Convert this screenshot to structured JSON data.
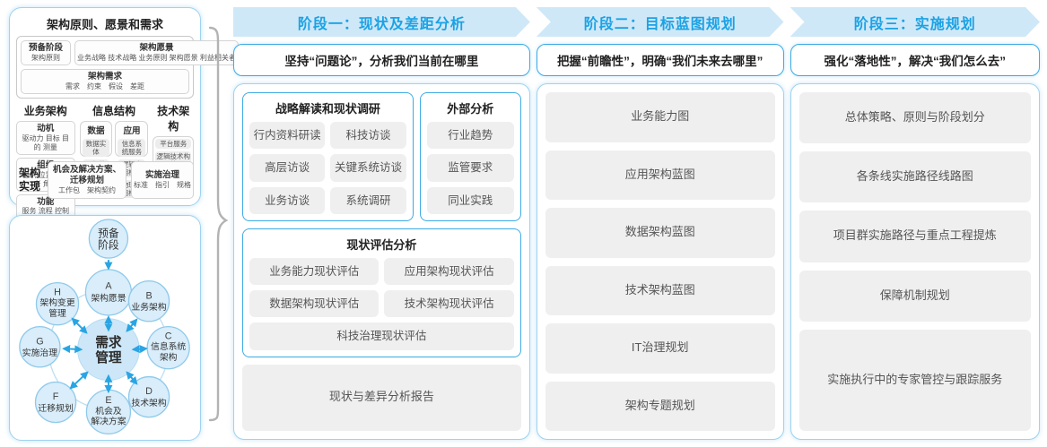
{
  "colors": {
    "accent_blue": "#2aa5e3",
    "band_background": "#cfe8f8",
    "band_text": "#1ba2e4",
    "panel_border_blue": "#9fd2ef",
    "chip_gray": "#efefef",
    "node_fill": "#d9edfa",
    "brace_gray": "#b3b3b3"
  },
  "left_panel": {
    "title": "架构原则、愿景和需求",
    "prep": {
      "title": "预备阶段",
      "sub": "架构原则"
    },
    "vision": {
      "title": "架构愿景",
      "sub": "业务战略 技术战略 业务原则 架构愿景 利益相关者"
    },
    "requirement": {
      "title": "架构需求",
      "sub": "需求　约束　假设　差距"
    },
    "business": {
      "title": "业务架构",
      "boxes": [
        {
          "title": "动机",
          "sub": "驱动力 目标 目的 测量"
        },
        {
          "title": "组织",
          "sub": "组织 位置 驱动者 角色"
        },
        {
          "title": "功能",
          "sub": "服务 流程 控制 功能"
        }
      ]
    },
    "info": {
      "title": "信息结构",
      "data": {
        "title": "数据",
        "items": [
          "数据实体",
          "逻辑数据构件",
          "物理数据构件"
        ]
      },
      "app": {
        "title": "应用",
        "items": [
          "信息系统服务",
          "逻辑应用构件",
          "物理应用构件"
        ]
      }
    },
    "tech": {
      "title": "技术架构",
      "items": [
        "平台服务",
        "逻辑技术构件",
        "物理技术构件"
      ]
    },
    "impl": {
      "label": "架构实现",
      "box1": {
        "title": "机会及解决方案、迁移规划",
        "sub": "工作包　架构契约"
      },
      "box2": {
        "title": "实施治理",
        "sub": "标准　指引　规格"
      }
    }
  },
  "circle_diagram": {
    "prep": {
      "line1": "预备",
      "line2": "阶段"
    },
    "center": {
      "line1": "需求",
      "line2": "管理"
    },
    "nodes": [
      {
        "letter": "A",
        "line1": "架构愿景",
        "line2": ""
      },
      {
        "letter": "B",
        "line1": "业务架构",
        "line2": ""
      },
      {
        "letter": "C",
        "line1": "信息系统",
        "line2": "架构"
      },
      {
        "letter": "D",
        "line1": "技术架构",
        "line2": ""
      },
      {
        "letter": "E",
        "line1": "机会及",
        "line2": "解决方案"
      },
      {
        "letter": "F",
        "line1": "迁移规划",
        "line2": ""
      },
      {
        "letter": "G",
        "line1": "实施治理",
        "line2": ""
      },
      {
        "letter": "H",
        "line1": "架构变更",
        "line2": "管理"
      }
    ]
  },
  "phases": [
    {
      "header": "阶段一：现状及差距分析",
      "subtitle": "坚持“问题论”，分析我们当前在哪里",
      "survey": {
        "title": "战略解读和现状调研",
        "items": [
          "行内资料研读",
          "科技访谈",
          "高层访谈",
          "关键系统访谈",
          "业务访谈",
          "系统调研"
        ]
      },
      "external": {
        "title": "外部分析",
        "items": [
          "行业趋势",
          "监管要求",
          "同业实践"
        ]
      },
      "assessment": {
        "title": "现状评估分析",
        "items": [
          "业务能力现状评估",
          "应用架构现状评估",
          "数据架构现状评估",
          "技术架构现状评估",
          "科技治理现状评估"
        ]
      },
      "report": "现状与差异分析报告"
    },
    {
      "header": "阶段二：目标蓝图规划",
      "subtitle": "把握“前瞻性”，明确“我们未来去哪里”",
      "items": [
        "业务能力图",
        "应用架构蓝图",
        "数据架构蓝图",
        "技术架构蓝图",
        "IT治理规划",
        "架构专题规划"
      ]
    },
    {
      "header": "阶段三：实施规划",
      "subtitle": "强化“落地性”，解决“我们怎么去”",
      "items": [
        "总体策略、原则与阶段划分",
        "各条线实施路径线路图",
        "项目群实施路径与重点工程提炼",
        "保障机制规划",
        "实施执行中的专家管控与跟踪服务"
      ]
    }
  ]
}
